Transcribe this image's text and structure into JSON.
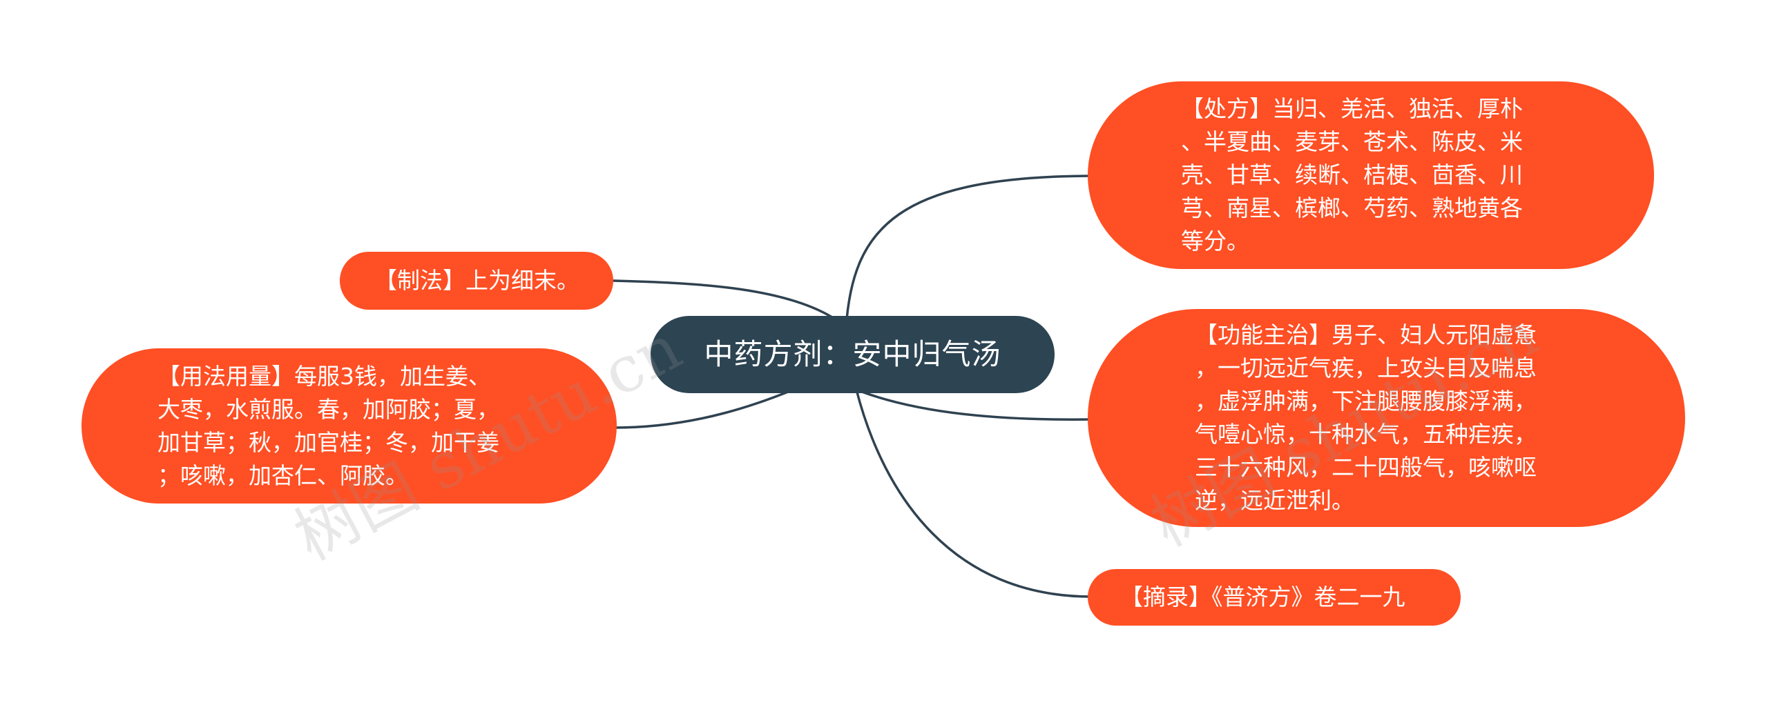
{
  "root": {
    "label": "中药方剂：安中归气汤"
  },
  "branches": {
    "chufang": "【处方】当归、羌活、独活、厚朴\n、半夏曲、麦芽、苍术、陈皮、米\n壳、甘草、续断、桔梗、茴香、川\n芎、南星、槟榔、芍药、熟地黄各\n等分。",
    "gongneng": "【功能主治】男子、妇人元阳虚惫\n，一切远近气疾，上攻头目及喘息\n，虚浮肿满，下注腿腰腹膝浮满，\n气噎心惊，十种水气，五种疟疾，\n三十六种风，二十四般气，咳嗽呕\n逆，远近泄利。",
    "zhailu": "【摘录】《普济方》卷二一九",
    "zhifa": "【制法】上为细末。",
    "yongfa": "【用法用量】每服3钱，加生姜、\n大枣，水煎服。春，加阿胶；夏，\n加甘草；秋，加官桂；冬，加干姜\n；咳嗽，加杏仁、阿胶。"
  },
  "colors": {
    "root_fill": "#2d4452",
    "leaf_fill": "#ff4f24",
    "connector": "#2f4250",
    "text": "#ffffff"
  },
  "watermark": {
    "left": "树图 shutu.cn",
    "right": "树图 shutu.cn"
  }
}
